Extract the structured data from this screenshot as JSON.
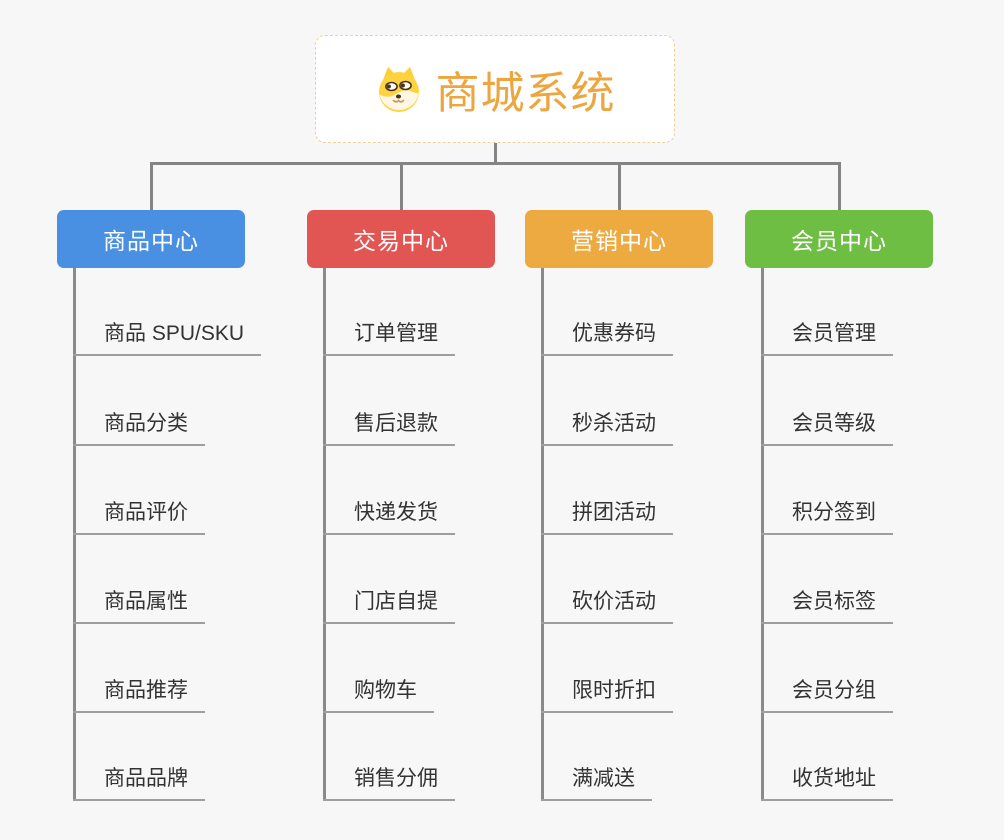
{
  "root": {
    "title": "商城系统",
    "icon": "dog-face-icon",
    "accent_color": "#EDA63F",
    "border_color": "#F2CE96"
  },
  "branches": [
    {
      "label": "商品中心",
      "color": "#4A90E2",
      "children": [
        "商品 SPU/SKU",
        "商品分类",
        "商品评价",
        "商品属性",
        "商品推荐",
        "商品品牌"
      ]
    },
    {
      "label": "交易中心",
      "color": "#E15553",
      "children": [
        "订单管理",
        "售后退款",
        "快递发货",
        "门店自提",
        "购物车",
        "销售分佣"
      ]
    },
    {
      "label": "营销中心",
      "color": "#ECAA40",
      "children": [
        "优惠券码",
        "秒杀活动",
        "拼团活动",
        "砍价活动",
        "限时折扣",
        "满减送"
      ]
    },
    {
      "label": "会员中心",
      "color": "#6FBE44",
      "children": [
        "会员管理",
        "会员等级",
        "积分签到",
        "会员标签",
        "会员分组",
        "收货地址"
      ]
    }
  ],
  "colors": {
    "background": "#F7F7F7",
    "connector": "#848484",
    "trunk": "#8A8A8A",
    "leaf_underline": "#9E9E9E",
    "leaf_text": "#333333"
  }
}
